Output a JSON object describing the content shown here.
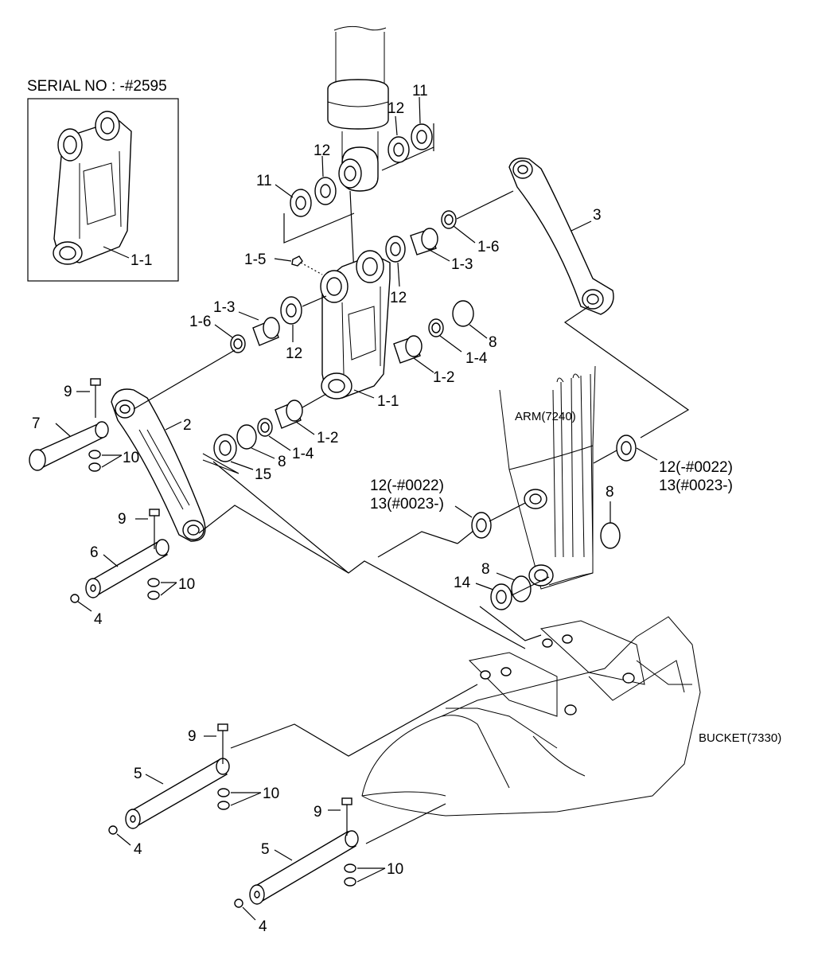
{
  "inset": {
    "serial_label": "SERIAL NO : -#2595",
    "part_label": "1-1"
  },
  "labels": {
    "p11a": "11",
    "p11b": "11",
    "p12a": "12",
    "p12b": "12",
    "p12c": "12",
    "p12d": "12",
    "p15": "1-5",
    "p16a": "1-6",
    "p16b": "1-6",
    "p13a": "1-3",
    "p13b": "1-3",
    "p3": "3",
    "p8a": "8",
    "p8b": "8",
    "p8c": "8",
    "p8d": "8",
    "p14a": "1-4",
    "p14b": "1-4",
    "p12x": "1-2",
    "p12y": "1-2",
    "p1_1": "1-1",
    "p9a": "9",
    "p9b": "9",
    "p9c": "9",
    "p9d": "9",
    "p7": "7",
    "p2": "2",
    "p10a": "10",
    "p10b": "10",
    "p10c": "10",
    "p10d": "10",
    "p15s": "15",
    "p6": "6",
    "p4a": "4",
    "p4b": "4",
    "p4c": "4",
    "p5a": "5",
    "p5b": "5",
    "p14": "14",
    "p12r_a": "12(-#0022)",
    "p13r_a": "13(#0023-)",
    "p12r_b": "12(-#0022)",
    "p13r_b": "13(#0023-)"
  },
  "refs": {
    "arm": "ARM(7240)",
    "bucket": "BUCKET(7330)"
  }
}
